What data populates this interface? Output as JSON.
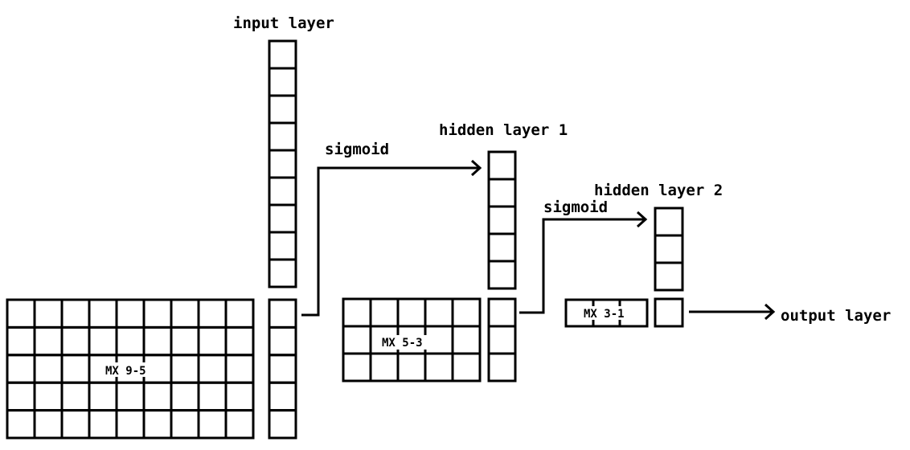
{
  "labels": {
    "input_layer": "input layer",
    "hidden_layer_1": "hidden layer 1",
    "hidden_layer_2": "hidden layer 2",
    "output_layer": "output layer",
    "activation_1": "sigmoid",
    "activation_2": "sigmoid"
  },
  "matrices": {
    "mx_9_5": {
      "label": "MX 9-5",
      "cols": 9,
      "rows": 5
    },
    "mx_5_3": {
      "label": "MX 5-3",
      "cols": 5,
      "rows": 3
    },
    "mx_3_1": {
      "label": "MX 3-1",
      "cols": 3,
      "rows": 1
    }
  },
  "vectors": {
    "input": {
      "cells": 9
    },
    "bias_input": {
      "cells": 5
    },
    "hidden_1": {
      "cells": 5
    },
    "bias_hidden_1": {
      "cells": 3
    },
    "hidden_2": {
      "cells": 3
    },
    "output": {
      "cells": 1
    }
  },
  "colors": {
    "stroke": "#000000",
    "background": "#ffffff"
  }
}
